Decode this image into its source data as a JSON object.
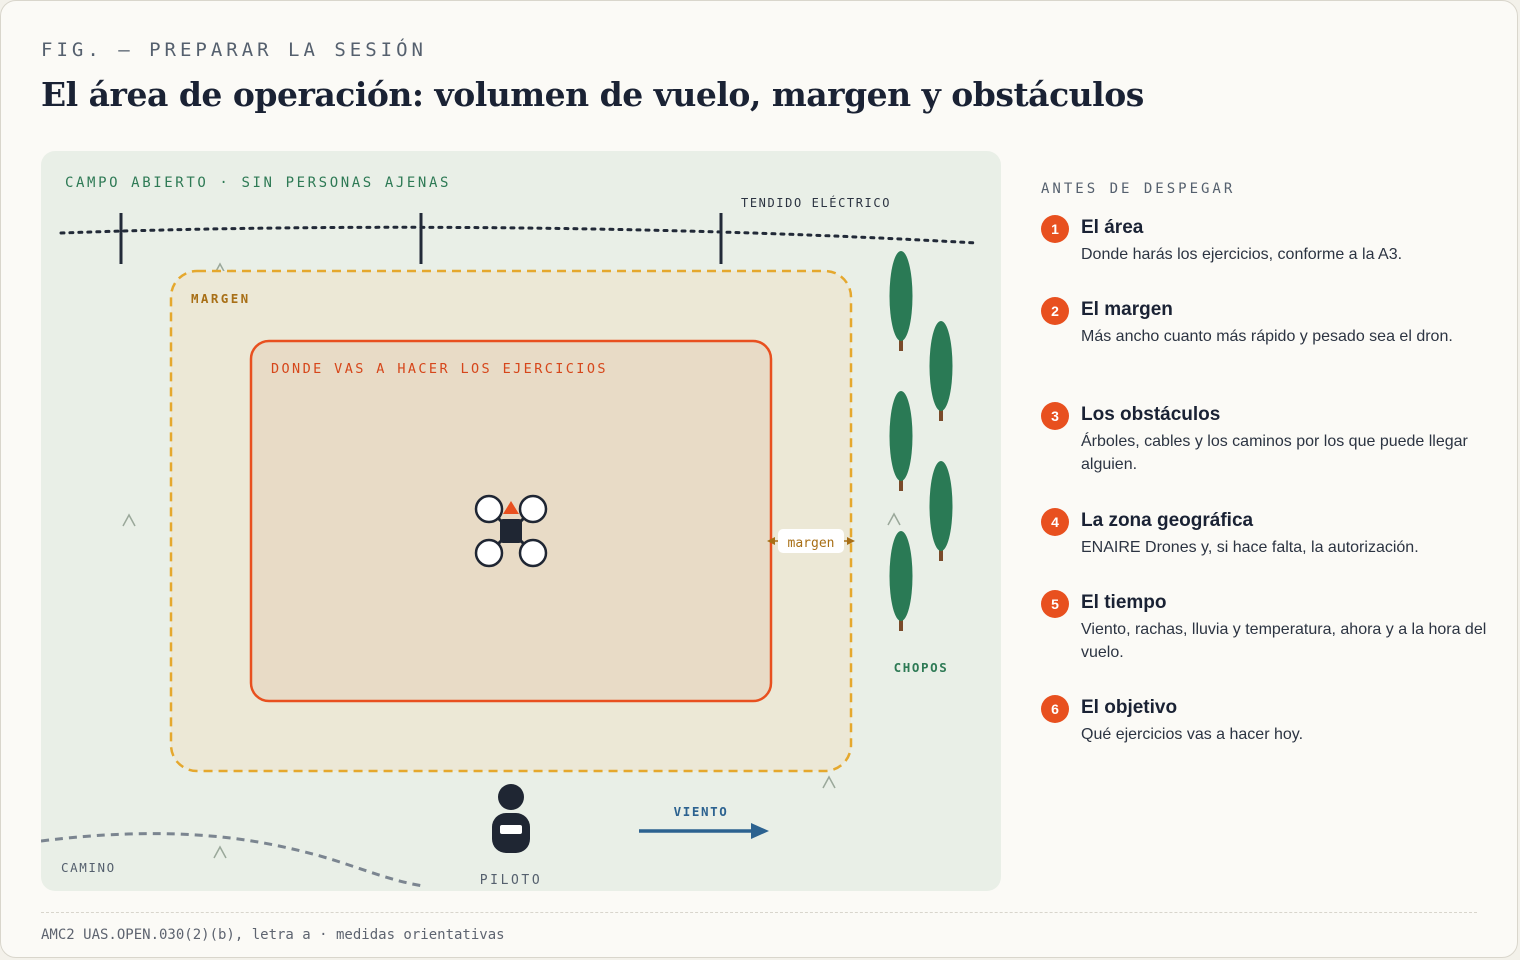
{
  "header": {
    "kicker": "FIG. — PREPARAR LA SESIÓN",
    "title": "El área de operación: volumen de vuelo, margen y obstáculos"
  },
  "diagram": {
    "field_label": "CAMPO ABIERTO · SIN PERSONAS AJENAS",
    "powerline_label": "TENDIDO ELÉCTRICO",
    "margin_zone_label": "MARGEN",
    "operation_zone_label": "DONDE VAS A HACER LOS EJERCICIOS",
    "margin_dimension_label": "margen",
    "trees_label": "CHOPOS",
    "wind_label": "VIENTO",
    "pilot_label": "PILOTO",
    "path_label": "CAMINO"
  },
  "colors": {
    "field": "#e9efe7",
    "margin_zone": "#ece8d6",
    "margin_border": "#e5a82e",
    "operation_zone": "#e8dbc6",
    "operation_border": "#e8501f",
    "trees": "#2a7a55",
    "wind": "#2c6290",
    "accent": "#e8501f"
  },
  "checklist": {
    "title": "ANTES DE DESPEGAR",
    "items": [
      {
        "num": "1",
        "title": "El área",
        "desc": "Donde harás los ejercicios, conforme a la A3."
      },
      {
        "num": "2",
        "title": "El margen",
        "desc": "Más ancho cuanto más rápido y pesado sea el dron."
      },
      {
        "num": "3",
        "title": "Los obstáculos",
        "desc": "Árboles, cables y los caminos por los que puede llegar alguien."
      },
      {
        "num": "4",
        "title": "La zona geográfica",
        "desc": "ENAIRE Drones y, si hace falta, la autorización."
      },
      {
        "num": "5",
        "title": "El tiempo",
        "desc": "Viento, rachas, lluvia y temperatura, ahora y a la hora del vuelo."
      },
      {
        "num": "6",
        "title": "El objetivo",
        "desc": "Qué ejercicios vas a hacer hoy."
      }
    ]
  },
  "footer": {
    "note": "AMC2 UAS.OPEN.030(2)(b), letra a · medidas orientativas"
  }
}
